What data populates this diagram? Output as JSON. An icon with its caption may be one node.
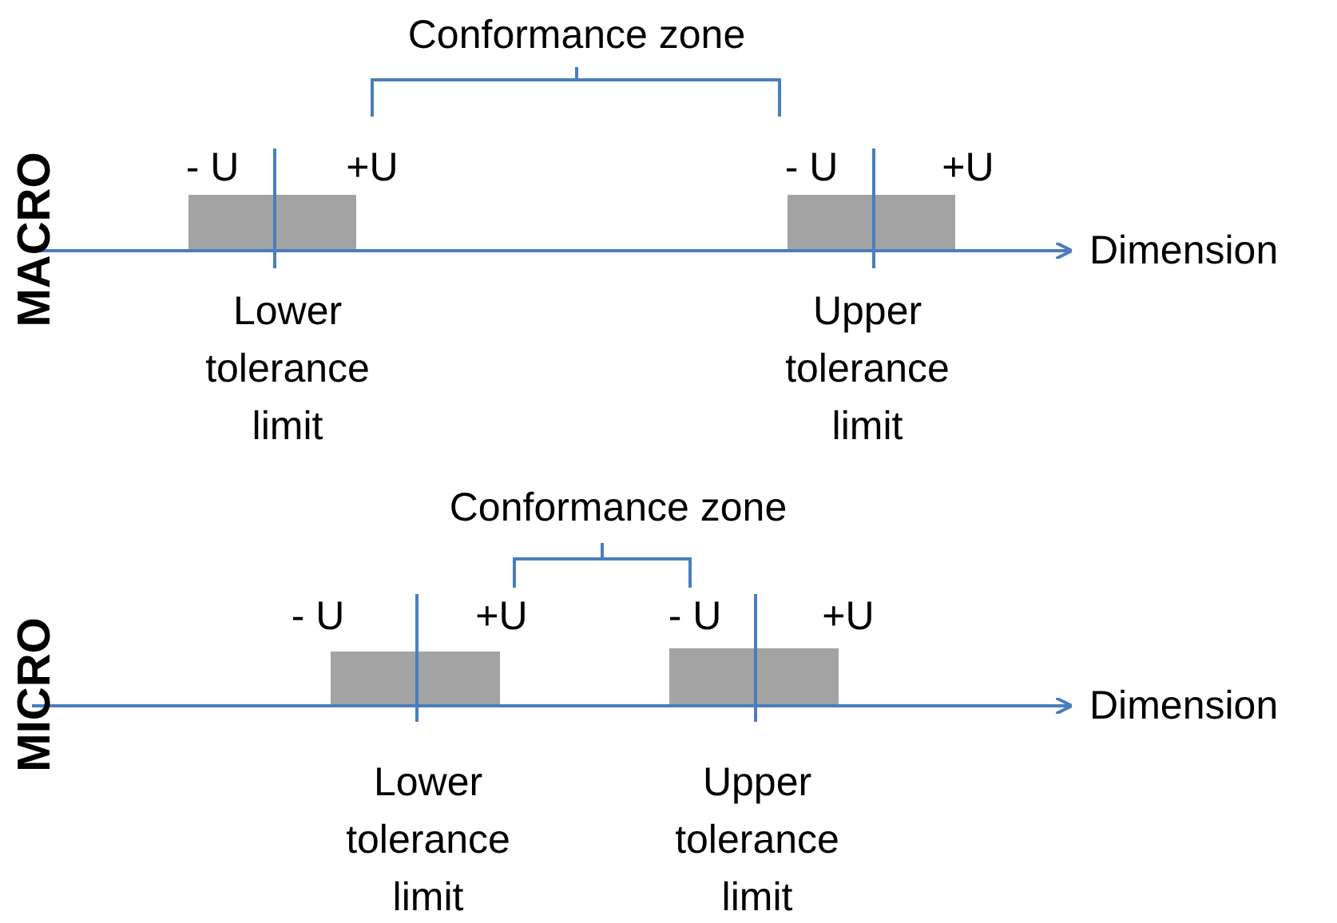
{
  "diagram": {
    "labels": [
      "MACRO",
      "Conformance zone",
      "- U",
      "+U",
      "- U",
      "+U",
      "Dimension",
      "Lower tolerance limit",
      "Upper tolerance limit",
      "MICRO",
      "Conformance zone",
      "- U",
      "+U",
      "- U",
      "+U",
      "Dimension",
      "Lower tolerance limit",
      "Upper tolerance limit"
    ]
  }
}
